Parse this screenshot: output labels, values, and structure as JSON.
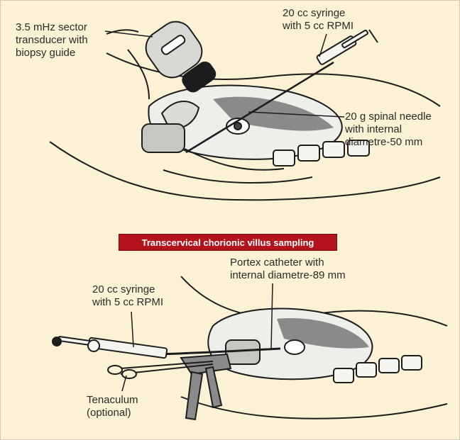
{
  "banner": {
    "title": "Transcervical chorionic villus sampling"
  },
  "top_panel": {
    "transducer_label": [
      "3.5 mHz sector",
      "transducer with",
      "biopsy guide"
    ],
    "syringe_label": [
      "20 cc syringe",
      "with 5 cc RPMI"
    ],
    "needle_label": [
      "20 g spinal needle",
      "with internal",
      "diametre-50 mm"
    ]
  },
  "bottom_panel": {
    "catheter_label": [
      "Portex catheter with",
      "internal diametre-89 mm"
    ],
    "syringe_label": [
      "20 cc syringe",
      "with 5 cc RPMI"
    ],
    "tenaculum_label": [
      "Tenaculum",
      "(optional)"
    ]
  },
  "colors": {
    "background": "#fbf1d4",
    "banner": "#b3141c",
    "ink": "#1c1c1c",
    "tissue": "#8a8a8a"
  }
}
